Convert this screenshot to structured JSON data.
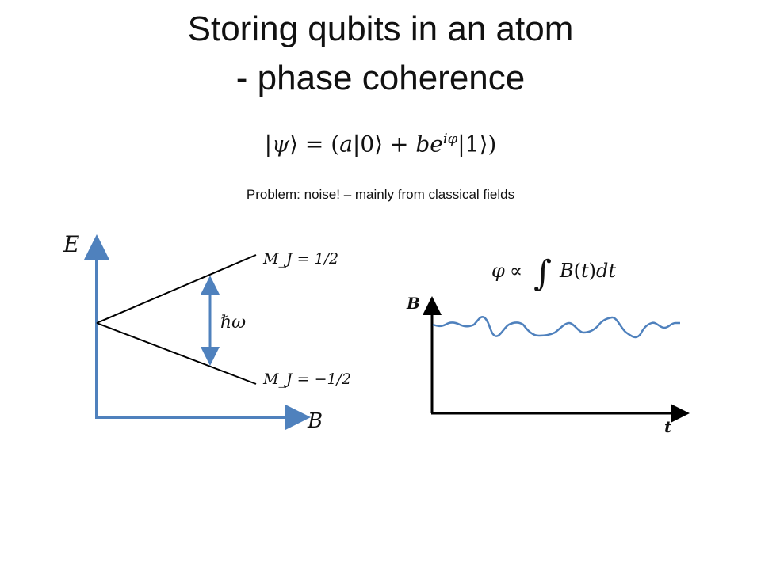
{
  "title": {
    "line1": "Storing qubits in an atom",
    "line2": "- phase coherence"
  },
  "state_formula": "|ψ⟩ = (a|0⟩ + be^{iφ}|1⟩)",
  "problem_text": "Problem: noise! – mainly from classical fields",
  "zeeman_diagram": {
    "y_axis_label": "E",
    "x_axis_label": "B",
    "upper_level_label": "M_J = 1/2",
    "lower_level_label": "M_J = −1/2",
    "splitting_label": "ℏω"
  },
  "noise_plot": {
    "phase_formula": "φ ∝ ∫ B(t)dt",
    "y_axis_label": "B",
    "x_axis_label": "t"
  },
  "colors": {
    "axis_blue": "#4f81bd",
    "line_black": "#000000"
  }
}
